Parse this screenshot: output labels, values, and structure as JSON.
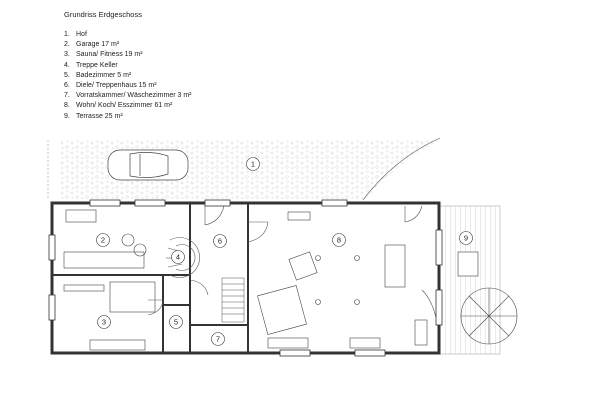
{
  "title": "Grundriss Erdgeschoss",
  "legend": [
    {
      "num": "1.",
      "label": "Hof"
    },
    {
      "num": "2.",
      "label": "Garage 17 m²"
    },
    {
      "num": "3.",
      "label": "Sauna/ Fitness 19 m²"
    },
    {
      "num": "4.",
      "label": "Treppe Keller"
    },
    {
      "num": "5.",
      "label": "Badezimmer 5 m²"
    },
    {
      "num": "6.",
      "label": "Diele/ Treppenhaus 15 m²"
    },
    {
      "num": "7.",
      "label": "Vorratskammer/ Wäschezimmer 3 m²"
    },
    {
      "num": "8.",
      "label": "Wohn/ Koch/ Esszimmer 61 m²"
    },
    {
      "num": "9.",
      "label": "Terrasse 25 m²"
    }
  ],
  "room_markers": [
    "1",
    "2",
    "3",
    "4",
    "5",
    "6",
    "7",
    "8",
    "9"
  ],
  "colors": {
    "wall": "#333333",
    "gravel": "#cfcfcf",
    "line": "#555555"
  }
}
